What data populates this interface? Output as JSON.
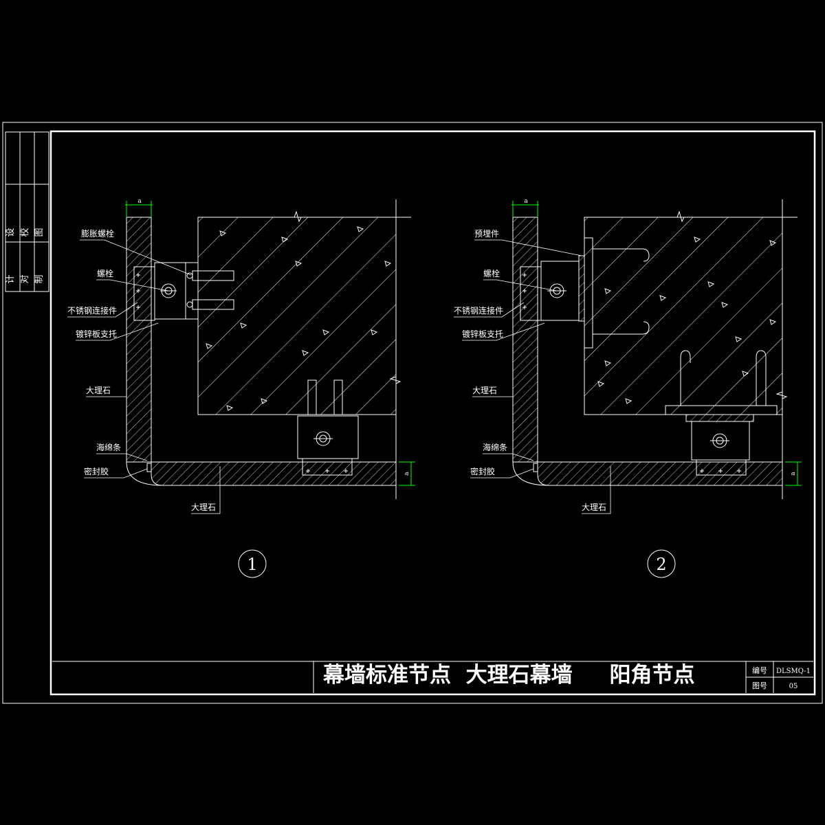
{
  "sidebar": {
    "row1": [
      "设",
      "校",
      "图"
    ],
    "row2": [
      "计",
      "对",
      "制"
    ]
  },
  "title_block": {
    "title": "幕墙标准节点  大理石幕墙     阳角节点",
    "code_label": "编号",
    "code_value": "DLSMQ-1",
    "sheet_label": "图号",
    "sheet_value": "05"
  },
  "detail1": {
    "number": "1",
    "dim_label": "a",
    "labels": [
      "膨胀螺栓",
      "螺栓",
      "不锈钢连接件",
      "镀锌板支托",
      "大理石",
      "海绵条",
      "密封胶",
      "大理石"
    ]
  },
  "detail2": {
    "number": "2",
    "dim_label": "a",
    "labels": [
      "预埋件",
      "螺栓",
      "不锈钢连接件",
      "镀锌板支托",
      "大理石",
      "海绵条",
      "密封胶",
      "大理石"
    ]
  },
  "colors": {
    "line": "#ffffff",
    "dimension": "#00ff00",
    "background": "#000000"
  }
}
